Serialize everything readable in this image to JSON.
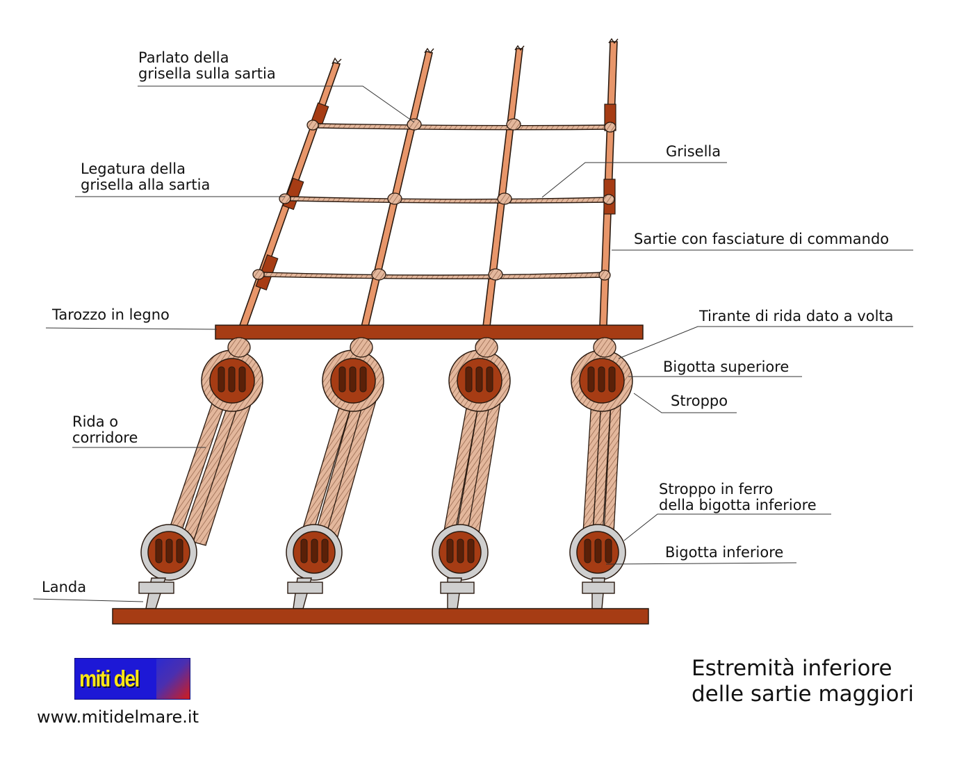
{
  "title": {
    "line1": "Estremità inferiore",
    "line2": "delle sartie maggiori"
  },
  "logo": {
    "text": "miti del mare"
  },
  "site": "www.mitidelmare.it",
  "colors": {
    "shroud": "#e8966a",
    "wood": "#a63c14",
    "rope": "#e3b79c",
    "iron": "#cfcfcf",
    "outline": "#2a1a10"
  },
  "labels": {
    "parlato": [
      "Parlato della",
      "grisella sulla sartia"
    ],
    "legatura": [
      "Legatura della",
      "grisella alla sartia"
    ],
    "tarozzo": "Tarozzo in legno",
    "rida": [
      "Rida o",
      "corridore"
    ],
    "landa": "Landa",
    "grisella": "Grisella",
    "sartie": "Sartie con fasciature di commando",
    "tirante": "Tirante di rida dato a volta",
    "bigotta_sup": "Bigotta superiore",
    "stroppo": "Stroppo",
    "stroppo_ferro": [
      "Stroppo in ferro",
      "della bigotta inferiore"
    ],
    "bigotta_inf": "Bigotta inferiore"
  }
}
